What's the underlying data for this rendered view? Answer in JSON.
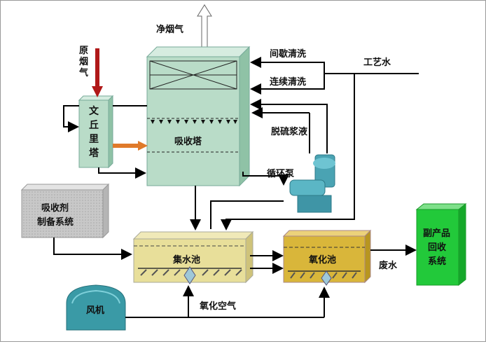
{
  "labels": {
    "clean_gas": "净烟气",
    "raw_gas": [
      "原",
      "烟",
      "气"
    ],
    "intermittent_wash": "间歇清洗",
    "continuous_wash": "连续清洗",
    "process_water": "工艺水",
    "desulfur_slurry": "脱硫浆液",
    "venturi": [
      "文",
      "丘",
      "里",
      "塔"
    ],
    "absorber": "吸收塔",
    "circ_pump": "循环泵",
    "absorbent_prep": [
      "吸收剂",
      "制备系统"
    ],
    "sump": "集水池",
    "oxidation_tank": "氧化池",
    "waste_water": "废水",
    "byproduct": [
      "副产品",
      "回收",
      "系统"
    ],
    "fan": "风机",
    "ox_air": "氧化空气"
  },
  "colors": {
    "tower": "#b9dcc8",
    "tower_dark": "#7fb89a",
    "raw_gas_arrow": "#b01818",
    "orange_arrow": "#e07a2a",
    "pump": "#4aa3b3",
    "prep": "#cfcfcf",
    "sump": "#e8df9a",
    "ox_tank": "#d9b63a",
    "byproduct": "#22c93a",
    "fan": "#3a9aa6"
  }
}
